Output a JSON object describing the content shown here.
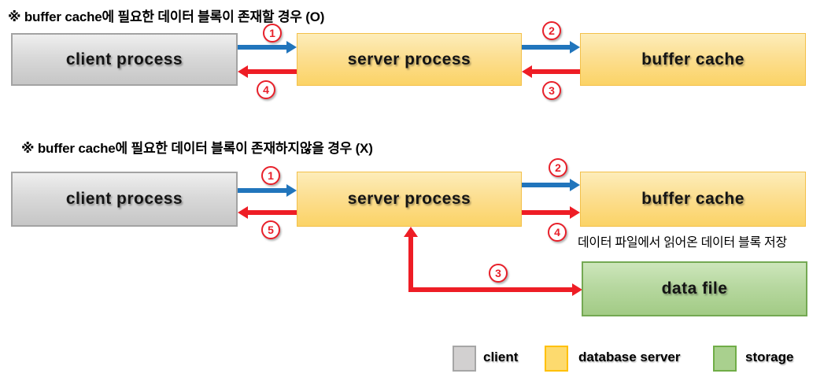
{
  "titles": {
    "case_hit": "※ buffer cache에 필요한 데이터 블록이 존재할 경우 (O)",
    "case_miss": "※ buffer cache에 필요한 데이터 블록이 존재하지않을 경우 (X)"
  },
  "boxes": {
    "client_process": "client process",
    "server_process": "server process",
    "buffer_cache": "buffer cache",
    "data_file": "data file"
  },
  "steps": {
    "hit": {
      "s1": "1",
      "s2": "2",
      "s3": "3",
      "s4": "4"
    },
    "miss": {
      "s1": "1",
      "s2": "2",
      "s3": "3",
      "s4": "4",
      "s5": "5"
    }
  },
  "caption_store_block": "데이터 파일에서 읽어온 데이터 블록 저장",
  "legend": {
    "client": "client",
    "database_server": "database server",
    "storage": "storage"
  },
  "colors": {
    "request_arrow_blue": "#2175bc",
    "response_arrow_red": "#ee1d25",
    "client_fill": "#d9d9d9",
    "client_border": "#a3a3a3",
    "database_server_fill": "#fcdf92",
    "database_server_border": "#ffc000",
    "storage_fill": "#a9d08e",
    "storage_border": "#70ad47"
  }
}
